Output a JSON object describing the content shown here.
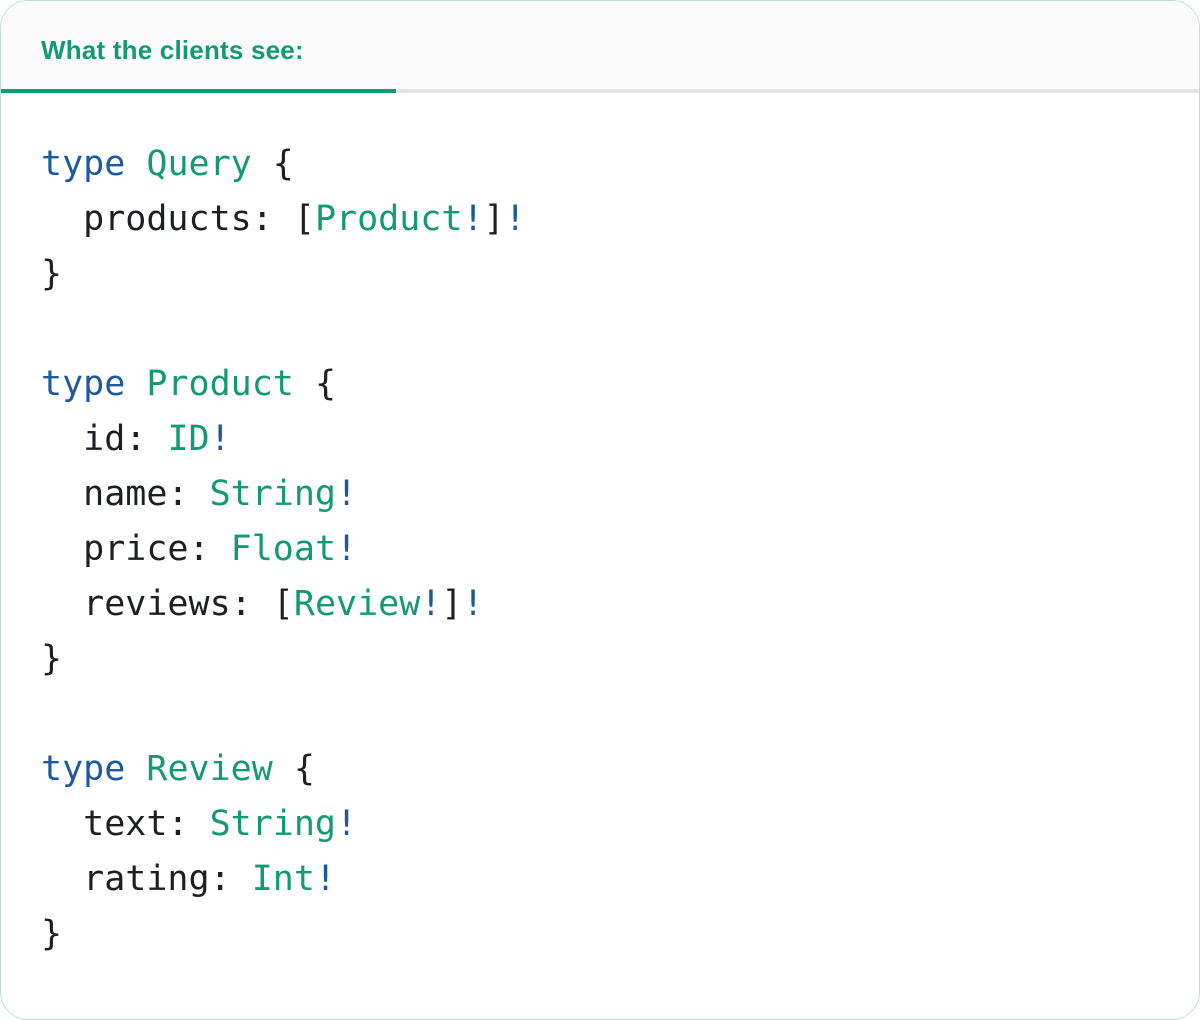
{
  "panel": {
    "title": "What the clients see:"
  },
  "code": {
    "language": "graphql-schema",
    "lines": [
      [
        {
          "t": "type",
          "c": "kw"
        },
        {
          "t": " ",
          "c": "pl"
        },
        {
          "t": "Query",
          "c": "ty"
        },
        {
          "t": " {",
          "c": "pl"
        }
      ],
      [
        {
          "t": "  products: [",
          "c": "pl"
        },
        {
          "t": "Product",
          "c": "ty"
        },
        {
          "t": "!",
          "c": "kw"
        },
        {
          "t": "]",
          "c": "pl"
        },
        {
          "t": "!",
          "c": "kw"
        }
      ],
      [
        {
          "t": "}",
          "c": "pl"
        }
      ],
      [],
      [
        {
          "t": "type",
          "c": "kw"
        },
        {
          "t": " ",
          "c": "pl"
        },
        {
          "t": "Product",
          "c": "ty"
        },
        {
          "t": " {",
          "c": "pl"
        }
      ],
      [
        {
          "t": "  id: ",
          "c": "pl"
        },
        {
          "t": "ID",
          "c": "ty"
        },
        {
          "t": "!",
          "c": "kw"
        }
      ],
      [
        {
          "t": "  name: ",
          "c": "pl"
        },
        {
          "t": "String",
          "c": "ty"
        },
        {
          "t": "!",
          "c": "kw"
        }
      ],
      [
        {
          "t": "  price: ",
          "c": "pl"
        },
        {
          "t": "Float",
          "c": "ty"
        },
        {
          "t": "!",
          "c": "kw"
        }
      ],
      [
        {
          "t": "  reviews: [",
          "c": "pl"
        },
        {
          "t": "Review",
          "c": "ty"
        },
        {
          "t": "!",
          "c": "kw"
        },
        {
          "t": "]",
          "c": "pl"
        },
        {
          "t": "!",
          "c": "kw"
        }
      ],
      [
        {
          "t": "}",
          "c": "pl"
        }
      ],
      [],
      [
        {
          "t": "type",
          "c": "kw"
        },
        {
          "t": " ",
          "c": "pl"
        },
        {
          "t": "Review",
          "c": "ty"
        },
        {
          "t": " {",
          "c": "pl"
        }
      ],
      [
        {
          "t": "  text: ",
          "c": "pl"
        },
        {
          "t": "String",
          "c": "ty"
        },
        {
          "t": "!",
          "c": "kw"
        }
      ],
      [
        {
          "t": "  rating: ",
          "c": "pl"
        },
        {
          "t": "Int",
          "c": "ty"
        },
        {
          "t": "!",
          "c": "kw"
        }
      ],
      [
        {
          "t": "}",
          "c": "pl"
        }
      ]
    ]
  },
  "colors": {
    "accent_green": "#129a74",
    "keyword_blue": "#1b5a9e",
    "code_text": "#1d1f23",
    "tab_underline_active": "#129a74",
    "tab_underline_inactive": "#e4e4e4",
    "header_background": "#fbfbfb",
    "panel_border": "#bfe0cf",
    "panel_background": "#ffffff"
  }
}
